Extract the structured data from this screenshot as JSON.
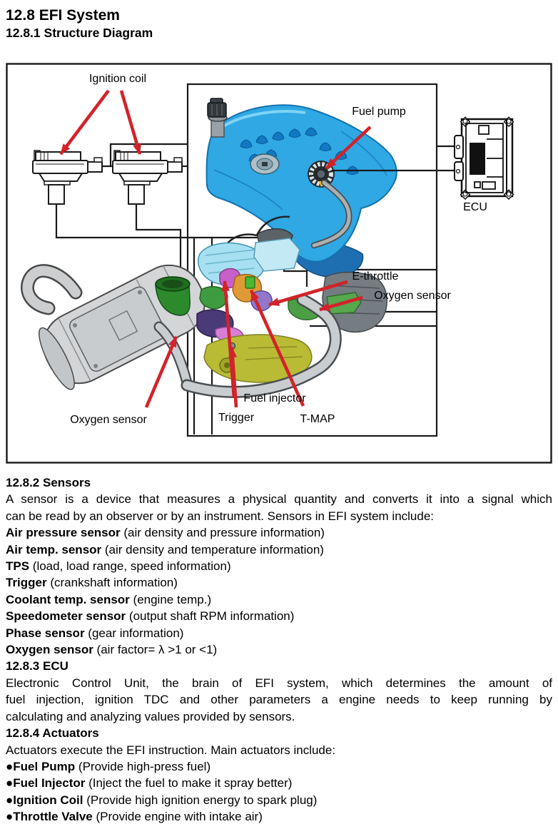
{
  "page": {
    "title": "12.8 EFI System",
    "subtitle": "12.8.1 Structure Diagram"
  },
  "diagram": {
    "labels": {
      "ignition_coil": "Ignition coil",
      "fuel_pump": "Fuel pump",
      "ecu": "ECU",
      "e_throttle": "E-throttle",
      "oxygen_sensor_right": "Oxygen sensor",
      "fuel_injector": "Fuel injector",
      "trigger": "Trigger",
      "t_map": "T-MAP",
      "oxygen_sensor_left": "Oxygen sensor"
    },
    "colors": {
      "callout_arrow_red": "#d2232a",
      "fuel_tank_blue": "#2fa8e4",
      "line_black": "#1a1a1a",
      "muffler_gray": "#d3d5d7",
      "engine_olive": "#b9bb35"
    }
  },
  "sections": {
    "sensors": {
      "heading": "12.8.2 Sensors",
      "intro_lines": [
        "A sensor is a device that measures a physical quantity and converts it into a signal which",
        "can be read by an observer or by an instrument. Sensors in EFI system include:"
      ],
      "items": [
        {
          "term": "Air pressure sensor",
          "desc": " (air density and pressure information)"
        },
        {
          "term": "Air temp. sensor",
          "desc": " (air density and temperature information)"
        },
        {
          "term": "TPS",
          "desc": " (load, load range, speed information)"
        },
        {
          "term": "Trigger",
          "desc": " (crankshaft information)"
        },
        {
          "term": "Coolant temp. sensor",
          "desc": " (engine temp.)"
        },
        {
          "term": "Speedometer sensor",
          "desc": " (output shaft RPM information)"
        },
        {
          "term": "Phase sensor",
          "desc": " (gear information)"
        },
        {
          "term": "Oxygen sensor",
          "desc": " (air factor= λ >1 or <1)"
        }
      ]
    },
    "ecu": {
      "heading": "12.8.3 ECU",
      "body_lines": [
        "Electronic Control Unit, the brain of EFI system, which determines the amount of",
        "fuel injection, ignition TDC and other parameters a engine needs to keep running by",
        "calculating and analyzing values provided by sensors."
      ]
    },
    "actuators": {
      "heading": "12.8.4 Actuators",
      "intro": "Actuators execute the EFI instruction. Main actuators include:",
      "bullet": "●",
      "items": [
        {
          "term": "Fuel Pump",
          "desc": " (Provide high-press fuel)"
        },
        {
          "term": "Fuel Injector",
          "desc": " (Inject the fuel to make it spray better)"
        },
        {
          "term": "Ignition Coil",
          "desc": " (Provide high ignition energy to spark plug)"
        },
        {
          "term": "Throttle Valve",
          "desc": " (Provide engine with intake air)"
        }
      ]
    }
  }
}
